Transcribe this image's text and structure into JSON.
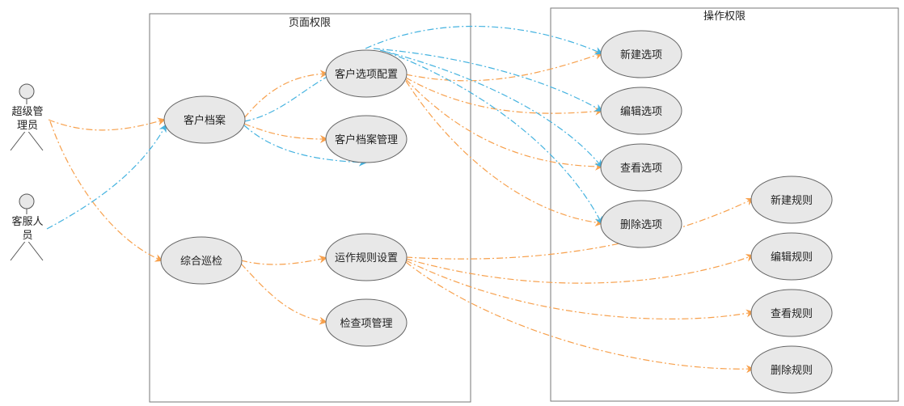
{
  "boxes": {
    "page": {
      "title": "页面权限"
    },
    "op": {
      "title": "操作权限"
    }
  },
  "actors": {
    "admin": {
      "label_line1": "超级管",
      "label_line2": "理员"
    },
    "cs": {
      "label_line1": "客服人",
      "label_line2": "员"
    }
  },
  "usecases": {
    "kehu_dangan": "客户档案",
    "zonghe_xunjian": "综合巡检",
    "xuanxiang_peizhi": "客户选项配置",
    "dangan_guanli": "客户档案管理",
    "guize_shezhi": "运作规则设置",
    "jianchaxiang_guanli": "检查项管理",
    "xinjian_xuanxiang": "新建选项",
    "bianji_xuanxiang": "编辑选项",
    "chakan_xuanxiang": "查看选项",
    "shanchu_xuanxiang": "删除选项",
    "xinjian_guize": "新建规则",
    "bianji_guize": "编辑规则",
    "chakan_guize": "查看规则",
    "shanchu_guize": "删除规则"
  },
  "colors": {
    "orange": "#f7a04c",
    "blue": "#45b3e0",
    "ellipse_fill": "#e8e8e8",
    "ellipse_stroke": "#666666",
    "box_stroke": "#777777"
  }
}
